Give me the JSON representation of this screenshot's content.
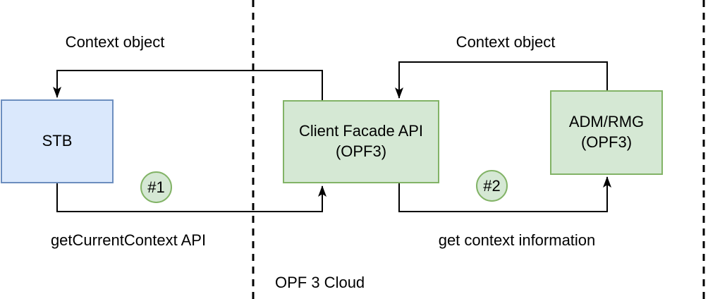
{
  "diagram": {
    "region_label": "OPF 3 Cloud",
    "nodes": [
      {
        "id": "stb",
        "title": "STB",
        "subtitle": "",
        "fill": "#dae8fc",
        "border": "#6c8ebf"
      },
      {
        "id": "client-facade-api",
        "title": "Client Facade API",
        "subtitle": "(OPF3)",
        "fill": "#d5e8d4",
        "border": "#82b366"
      },
      {
        "id": "adm-rmg",
        "title": "ADM/RMG",
        "subtitle": "(OPF3)",
        "fill": "#d5e8d4",
        "border": "#82b366"
      }
    ],
    "labels": {
      "context_object_left": "Context object",
      "context_object_right": "Context object",
      "get_current_context_api": "getCurrentContext API",
      "get_context_information": "get context information"
    },
    "badges": [
      {
        "label": "#1"
      },
      {
        "label": "#2"
      }
    ],
    "colors": {
      "background": "#ffffff",
      "connector": "#000000",
      "node_blue_fill": "#dae8fc",
      "node_blue_border": "#6c8ebf",
      "node_green_fill": "#d5e8d4",
      "node_green_border": "#82b366"
    }
  }
}
